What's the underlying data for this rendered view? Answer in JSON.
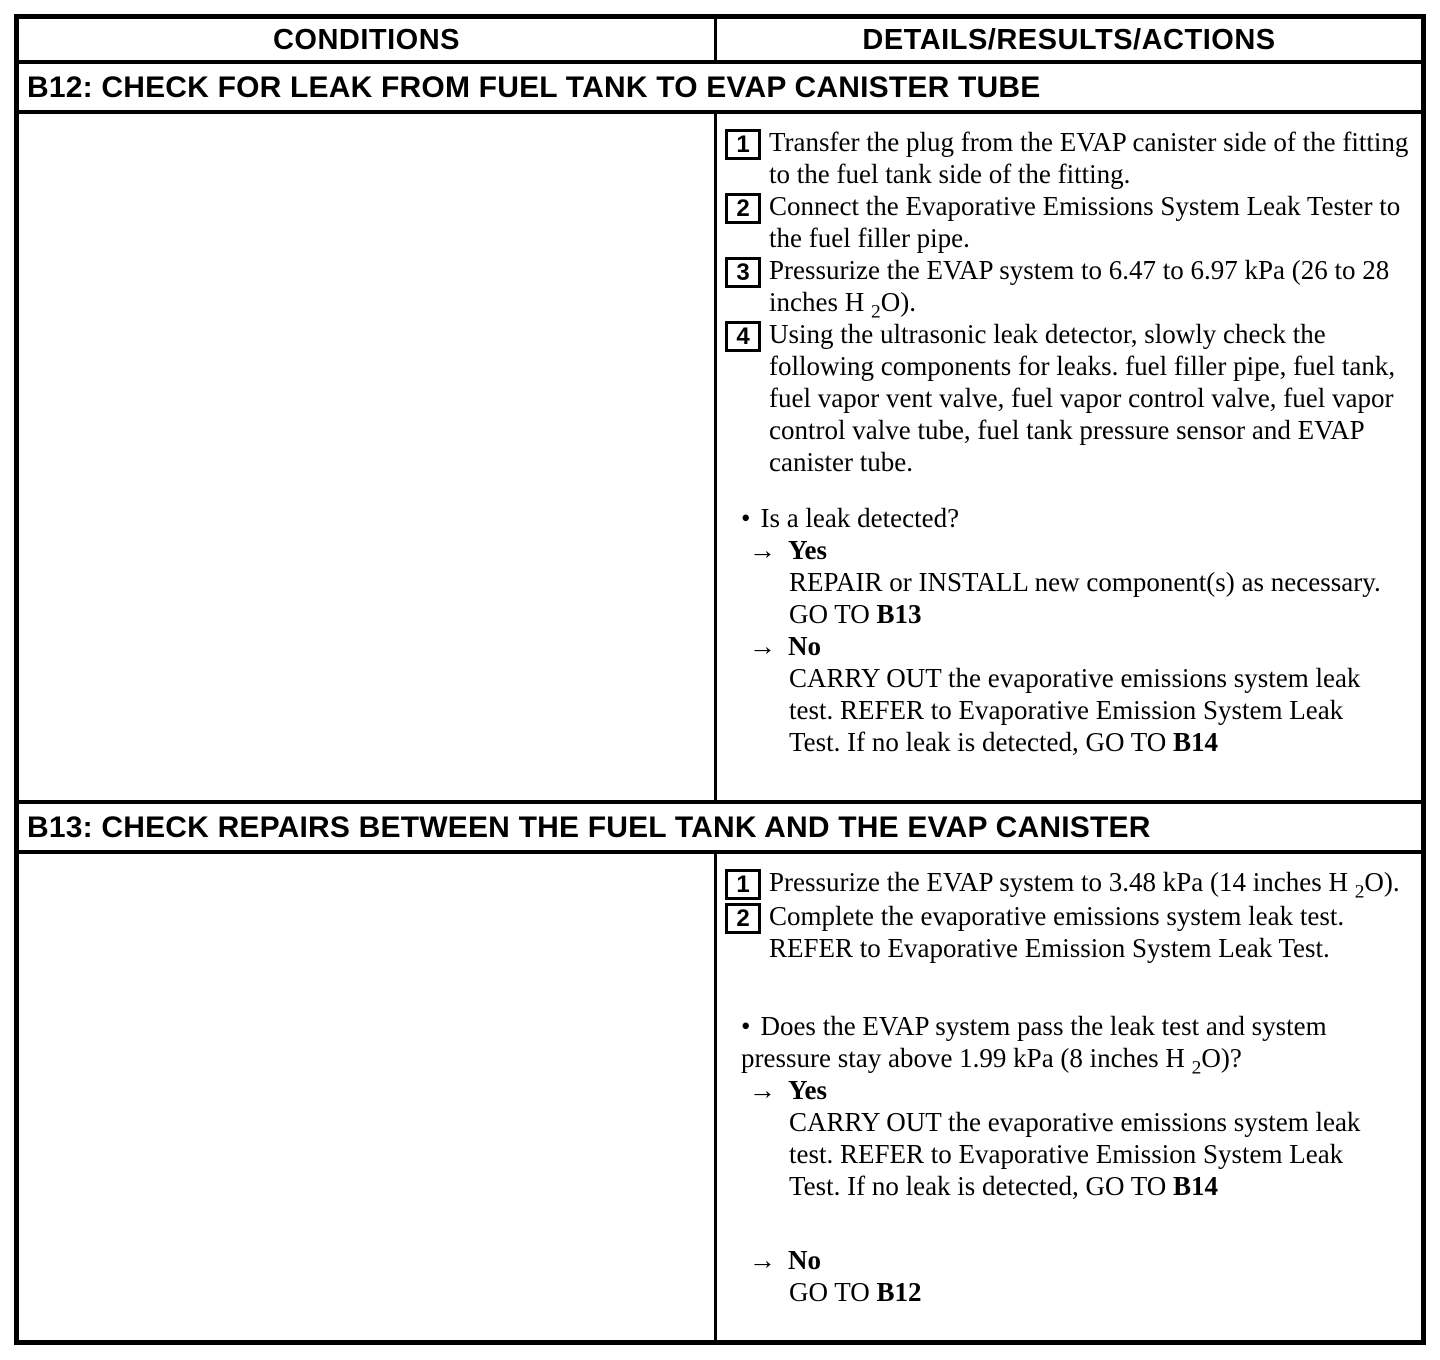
{
  "colors": {
    "paper": "#ffffff",
    "ink": "#000000"
  },
  "table": {
    "columns": [
      "CONDITIONS",
      "DETAILS/RESULTS/ACTIONS"
    ],
    "sections": [
      {
        "id": "B12",
        "title": "B12: CHECK FOR LEAK FROM FUEL TANK TO EVAP CANISTER TUBE",
        "conditions": "",
        "bullet": "•",
        "arrow": "→",
        "steps": [
          {
            "num": "1",
            "text": "Transfer the plug from the EVAP canister side of the fitting to the fuel tank side of the fitting."
          },
          {
            "num": "2",
            "text": "Connect the Evaporative Emissions System Leak Tester to the fuel filler pipe."
          },
          {
            "num": "3",
            "text": "Pressurize the EVAP system to 6.47 to 6.97 kPa (26 to 28 inches H ",
            "sub": "2",
            "text_after": "O)."
          },
          {
            "num": "4",
            "text": "Using the ultrasonic leak detector, slowly check the following components for leaks. fuel filler pipe, fuel tank, fuel vapor vent valve, fuel vapor control valve, fuel vapor control valve tube, fuel tank pressure sensor and EVAP canister tube."
          }
        ],
        "question": {
          "text": "Is a leak detected?"
        },
        "yes": {
          "label": "Yes",
          "action_pre": "REPAIR or INSTALL new component(s) as necessary. GO TO ",
          "action_ref": "B13"
        },
        "no": {
          "label": "No",
          "action_pre": "CARRY OUT the evaporative emissions system leak test. REFER to Evaporative Emission System Leak Test. If no leak is detected, GO TO ",
          "action_ref": "B14"
        }
      },
      {
        "id": "B13",
        "title": "B13: CHECK REPAIRS BETWEEN THE FUEL TANK AND THE EVAP CANISTER",
        "conditions": "",
        "bullet": "•",
        "arrow": "→",
        "steps": [
          {
            "num": "1",
            "text": "Pressurize the EVAP system to 3.48 kPa (14 inches H ",
            "sub": "2",
            "text_after": "O)."
          },
          {
            "num": "2",
            "text": "Complete the evaporative emissions system leak test. REFER to Evaporative Emission System Leak Test."
          }
        ],
        "question": {
          "text": "Does the EVAP system pass the leak test and system pressure stay above 1.99 kPa (8 inches H ",
          "sub": "2",
          "text_after": "O)?"
        },
        "yes": {
          "label": "Yes",
          "action_pre": "CARRY OUT the evaporative emissions system leak test. REFER to Evaporative Emission System Leak Test. If no leak is detected, GO TO ",
          "action_ref": "B14"
        },
        "no": {
          "label": "No",
          "action_pre": "GO TO ",
          "action_ref": "B12"
        }
      }
    ]
  }
}
